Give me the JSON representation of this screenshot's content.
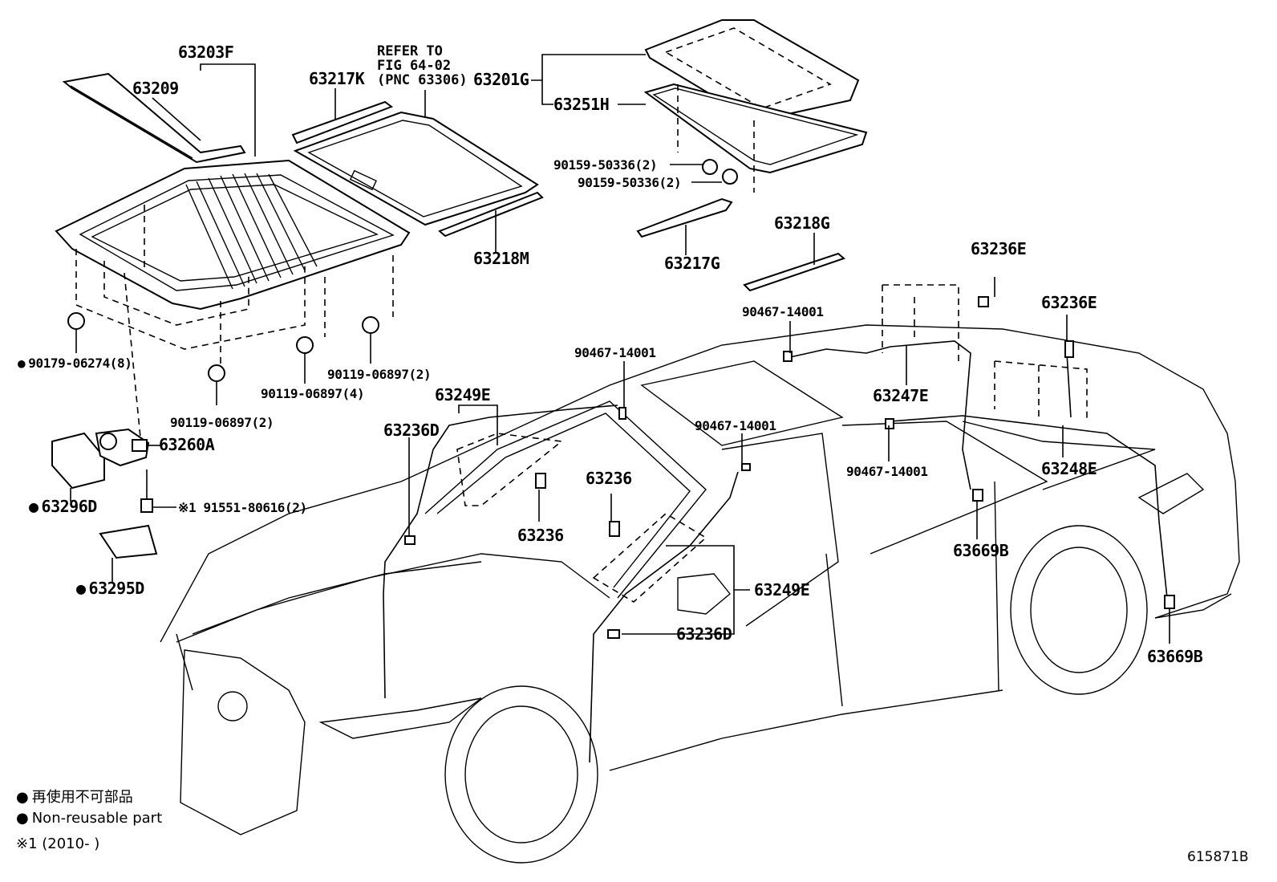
{
  "diagram": {
    "labels": {
      "p63203F": "63203F",
      "p63209": "63209",
      "p63217K": "63217K",
      "refer_line1": "REFER TO",
      "refer_line2": "FIG 64-02",
      "refer_line3": "(PNC 63306)",
      "p63201G": "63201G",
      "p63251H": "63251H",
      "p90159a": "90159-50336(2)",
      "p90159b": "90159-50336(2)",
      "p63218M": "63218M",
      "p63217G": "63217G",
      "p63218G": "63218G",
      "p63236E_a": "63236E",
      "p63236E_b": "63236E",
      "p90467_a": "90467-14001",
      "p90467_b": "90467-14001",
      "p90467_c": "90467-14001",
      "p90467_d": "90467-14001",
      "p63247E": "63247E",
      "p63248E": "63248E",
      "p63669B_a": "63669B",
      "p63669B_b": "63669B",
      "p90179": "90179-06274(8)",
      "p90119_2a": "90119-06897(2)",
      "p90119_4": "90119-06897(4)",
      "p90119_2b": "90119-06897(2)",
      "p63249E_a": "63249E",
      "p63249E_b": "63249E",
      "p63236D_a": "63236D",
      "p63236D_b": "63236D",
      "p63236_a": "63236",
      "p63236_b": "63236",
      "p63260A": "63260A",
      "p63296D": "63296D",
      "p91551": "※1 91551-80616(2)",
      "p63295D": "63295D"
    },
    "legend": {
      "japanese": "再使用不可部品",
      "english": "Non-reusable part",
      "note": "※1 (2010-      )"
    },
    "figure_id": "615871B"
  }
}
